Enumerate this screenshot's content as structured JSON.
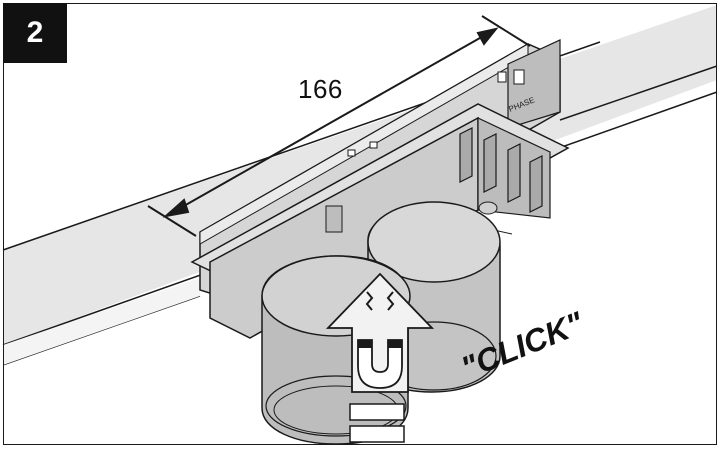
{
  "step": {
    "number": "2"
  },
  "dimension": {
    "label": "166"
  },
  "callout": {
    "text": "\"CLICK\""
  },
  "colors": {
    "rail": "#e3e3e3",
    "body": "#cfcfcf",
    "body_dark": "#9a9a9a",
    "outline": "#1a1a1a",
    "badge": "#111111",
    "arrow_fill": "#f2f2f2"
  },
  "icons": [
    "magnet-icon",
    "push-up-arrow-icon",
    "dimension-arrow-icon"
  ]
}
